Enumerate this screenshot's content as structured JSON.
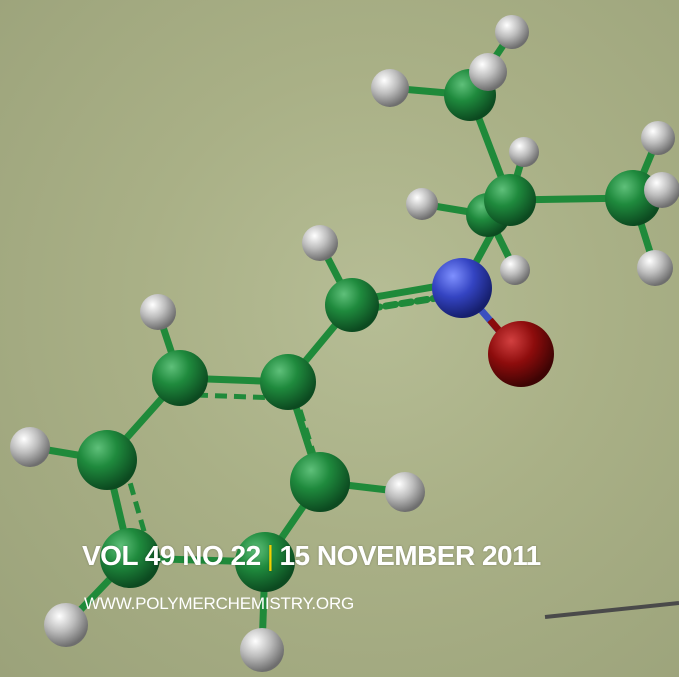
{
  "cover": {
    "volume_text": "VOL 49 NO 22",
    "separator": "|",
    "date_text": "15 NOVEMBER 2011",
    "website": "WWW.POLYMERCHEMISTRY.ORG"
  },
  "molecule": {
    "carbon_color": "#1e7a3c",
    "hydrogen_color": "#c8c8c8",
    "nitrogen_color": "#3a4fbf",
    "oxygen_color": "#8a0c0c",
    "bond_color": "#1f8a3a",
    "background_color": "#aab088"
  }
}
